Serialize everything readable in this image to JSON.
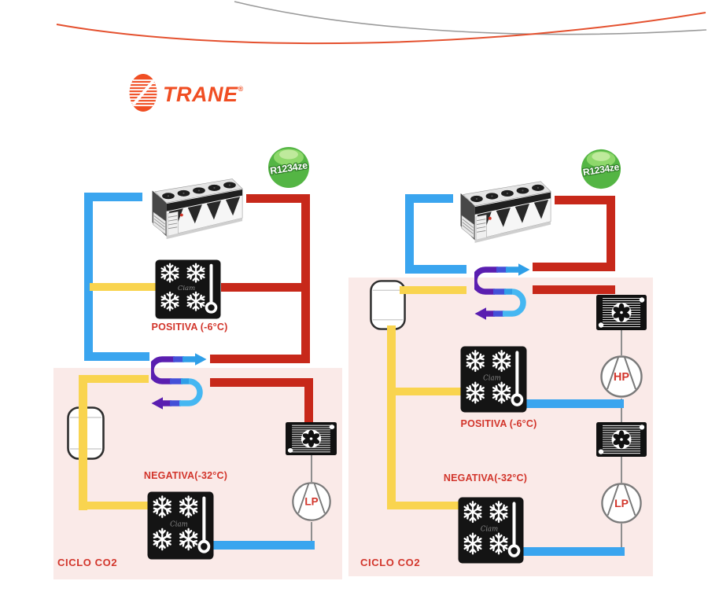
{
  "header": {
    "brand": "TRANE",
    "registered_mark": "®"
  },
  "shared": {
    "evaporator_brand_script": "Ciam"
  },
  "left_system": {
    "refrigerant_badge": "R1234ze",
    "positiva_label": "POSITIVA (-6°C)",
    "negativa_label": "NEGATIVA(-32°C)",
    "cycle_label": "CICLO CO2",
    "lp_compressor_label": "LP"
  },
  "right_system": {
    "refrigerant_badge": "R1234ze",
    "positiva_label": "POSITIVA (-6°C)",
    "negativa_label": "NEGATIVA(-32°C)",
    "cycle_label": "CICLO CO2",
    "hp_compressor_label": "HP",
    "lp_compressor_label": "LP"
  },
  "colors": {
    "hot_pipe": "#c7281a",
    "cold_pipe": "#3aa5ef",
    "co2_pipe": "#f9d44f",
    "co2_zone_bg": "#faeae8",
    "label_red": "#d2352b",
    "connector_gray": "#8f8f8f",
    "badge_green": "#54b544",
    "brand_orange": "#f04e23"
  }
}
